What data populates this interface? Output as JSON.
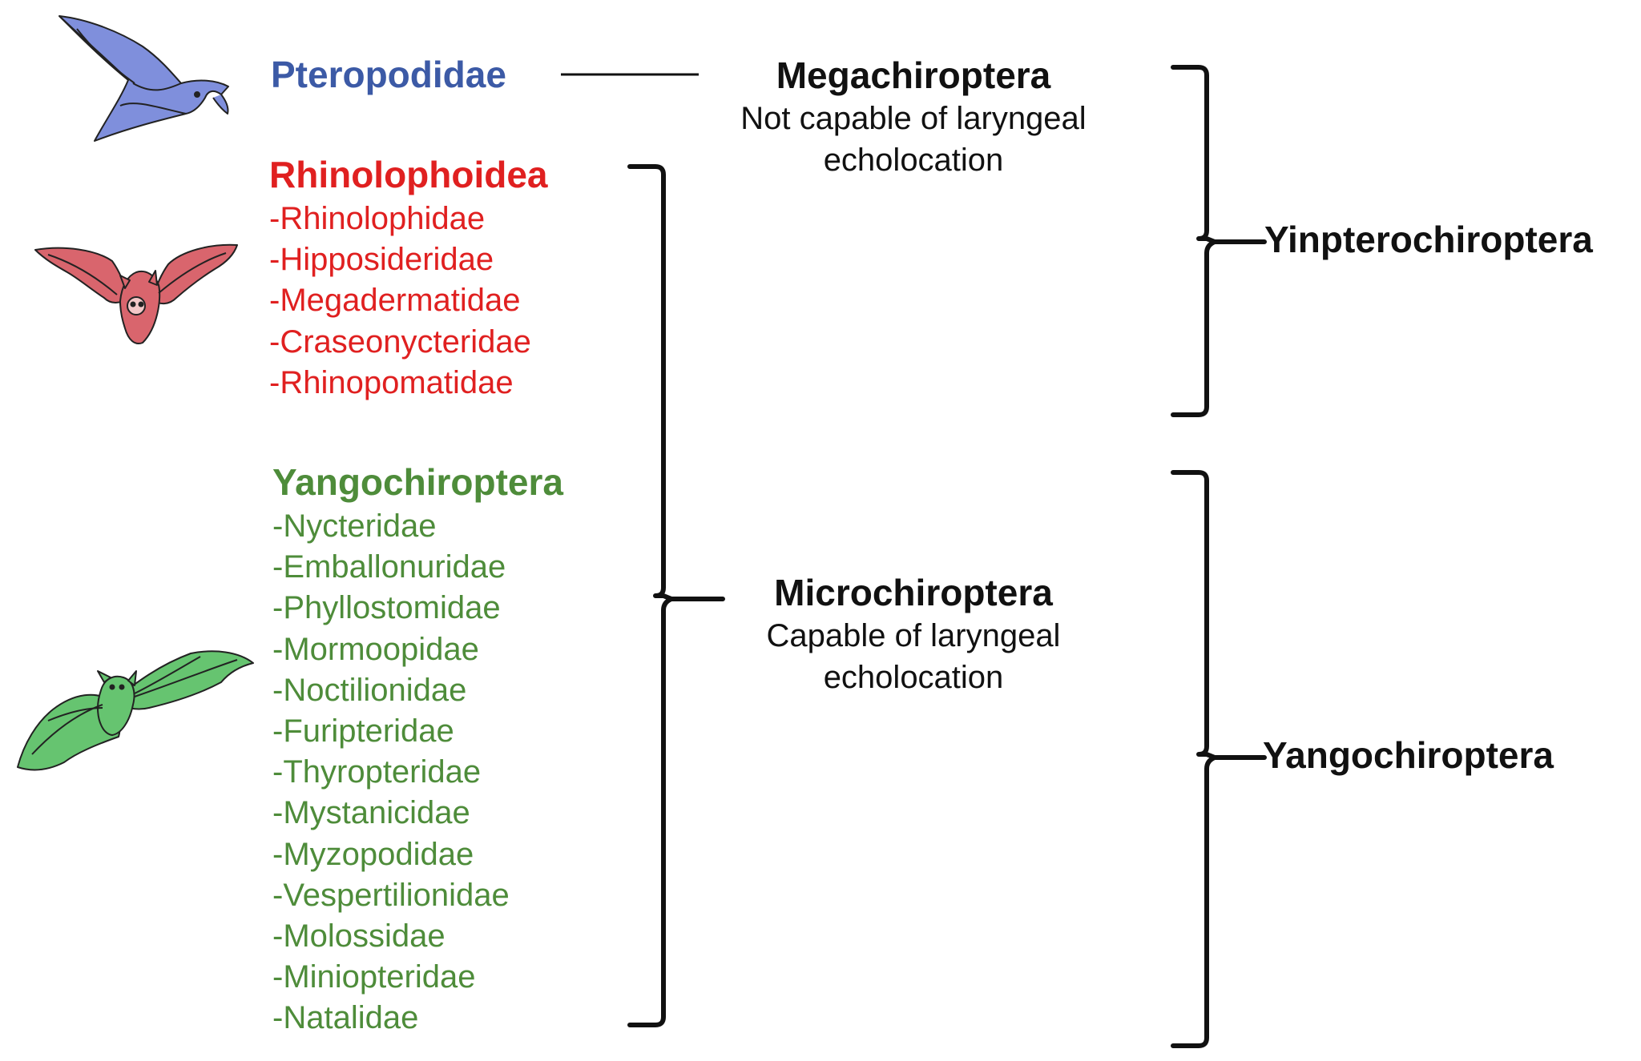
{
  "groups": {
    "pteropodidae": {
      "title": "Pteropodidae",
      "color": "#3c5aa6"
    },
    "rhinolophoidea": {
      "title": "Rhinolophoidea",
      "color": "#e02020",
      "families": [
        "-Rhinolophidae",
        "-Hipposideridae",
        "-Megadermatidae",
        "-Craseonycteridae",
        "-Rhinopomatidae"
      ]
    },
    "yangochiroptera": {
      "title": "Yangochiroptera",
      "color": "#4e8c3a",
      "families": [
        "-Nycteridae",
        "-Emballonuridae",
        "-Phyllostomidae",
        "-Mormoopidae",
        "-Noctilionidae",
        "-Furipteridae",
        "-Thyropteridae",
        "-Mystanicidae",
        "-Myzopodidae",
        "-Vespertilionidae",
        "-Molossidae",
        "-Miniopteridae",
        "-Natalidae"
      ]
    }
  },
  "traditional": {
    "megachiroptera": {
      "title": "Megachiroptera",
      "line1": "Not capable of laryngeal",
      "line2": "echolocation"
    },
    "microchiroptera": {
      "title": "Microchiroptera",
      "line1": "Capable of laryngeal",
      "line2": "echolocation"
    }
  },
  "suborders": {
    "yinpterochiroptera": "Yinpterochiroptera",
    "yangochiroptera": "Yangochiroptera"
  },
  "illustrations": {
    "blue_bat": {
      "icon": "flying-fox-bat-icon",
      "fill": "#7f8fdc"
    },
    "red_bat": {
      "icon": "horseshoe-bat-icon",
      "fill": "#d9656d"
    },
    "green_bat": {
      "icon": "vesper-bat-icon",
      "fill": "#66c470"
    }
  }
}
